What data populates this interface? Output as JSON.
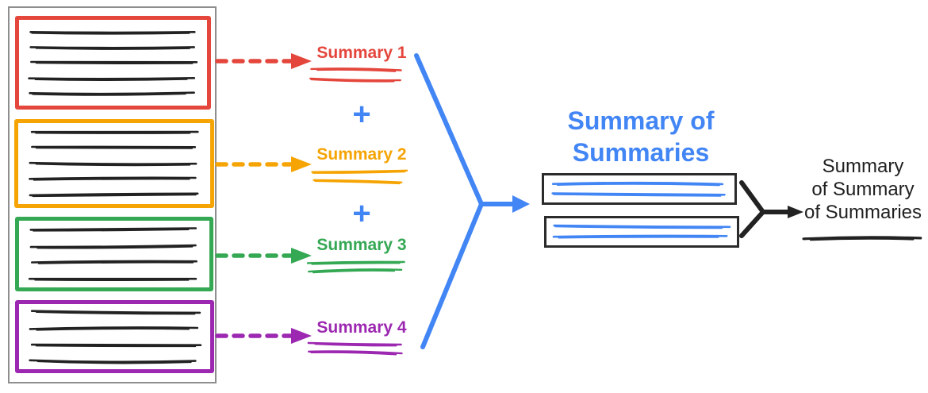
{
  "colors": {
    "red": "#e4463c",
    "orange": "#f5a403",
    "green": "#34a853",
    "purple": "#9c27b0",
    "blue": "#4285f4",
    "ink": "#222222",
    "frame_gray": "#8e8e8e"
  },
  "document_stack": {
    "documents": [
      {
        "id": "document-1",
        "color": "red",
        "text_lines": 5
      },
      {
        "id": "document-2",
        "color": "orange",
        "text_lines": 5
      },
      {
        "id": "document-3",
        "color": "green",
        "text_lines": 4
      },
      {
        "id": "document-4",
        "color": "purple",
        "text_lines": 4
      }
    ]
  },
  "stage1": {
    "plus_sign": "+",
    "summaries": [
      {
        "label": "Summary 1",
        "color": "red"
      },
      {
        "label": "Summary 2",
        "color": "orange"
      },
      {
        "label": "Summary 3",
        "color": "green"
      },
      {
        "label": "Summary 4",
        "color": "purple"
      }
    ]
  },
  "stage2": {
    "title": "Summary of\nSummaries",
    "boxes": [
      {
        "text_lines": 2
      },
      {
        "text_lines": 2
      }
    ]
  },
  "stage3": {
    "label": "Summary\nof Summary\nof Summaries"
  }
}
